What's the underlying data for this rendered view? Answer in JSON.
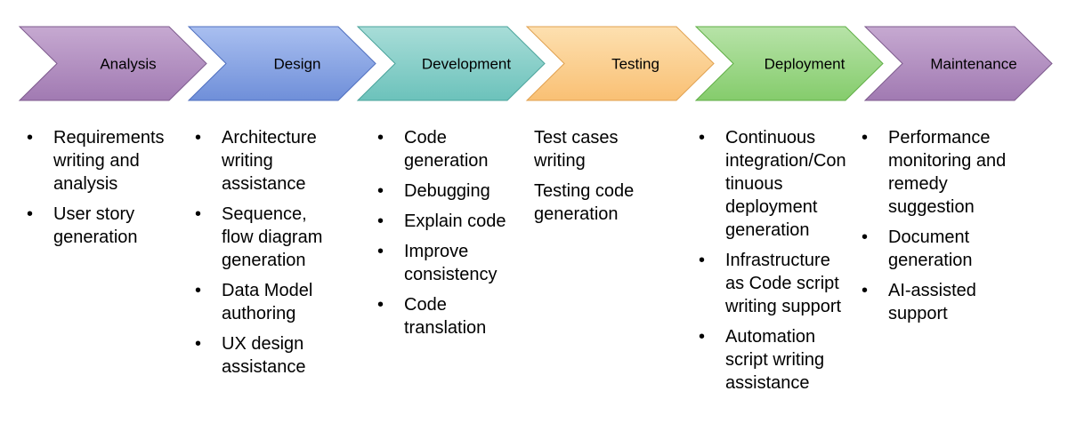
{
  "phases": [
    {
      "label": "Analysis",
      "colors": [
        "#c6a9d1",
        "#a17ab2"
      ],
      "stroke": "#7d5a8d",
      "bulleted": true,
      "items": [
        "Requirements writing and analysis",
        "User story generation"
      ]
    },
    {
      "label": "Design",
      "colors": [
        "#a9bff0",
        "#6f8fd9"
      ],
      "stroke": "#4f6fbf",
      "bulleted": true,
      "items": [
        "Architecture writing assistance",
        "Sequence, flow diagram generation",
        "Data Model authoring",
        "UX design assistance"
      ]
    },
    {
      "label": "Development",
      "colors": [
        "#a8ddd8",
        "#6cc2bb"
      ],
      "stroke": "#4aa39b",
      "bulleted": true,
      "items": [
        "Code generation",
        "Debugging",
        "Explain code",
        "Improve consistency",
        "Code translation"
      ]
    },
    {
      "label": "Testing",
      "colors": [
        "#fde0b0",
        "#f9c074"
      ],
      "stroke": "#e0a04f",
      "bulleted": false,
      "items": [
        "Test cases writing",
        "Testing code generation"
      ]
    },
    {
      "label": "Deployment",
      "colors": [
        "#b7e3a8",
        "#85cc6c"
      ],
      "stroke": "#5fae45",
      "bulleted": true,
      "items": [
        "Continuous integration/Continuous deployment generation",
        "Infrastructure as Code script writing support",
        "Automation script writing assistance"
      ]
    },
    {
      "label": "Maintenance",
      "colors": [
        "#c6a9d1",
        "#a17ab2"
      ],
      "stroke": "#7d5a8d",
      "bulleted": true,
      "items": [
        "Performance monitoring and remedy suggestion",
        "Document generation",
        "AI-assisted support"
      ]
    }
  ]
}
